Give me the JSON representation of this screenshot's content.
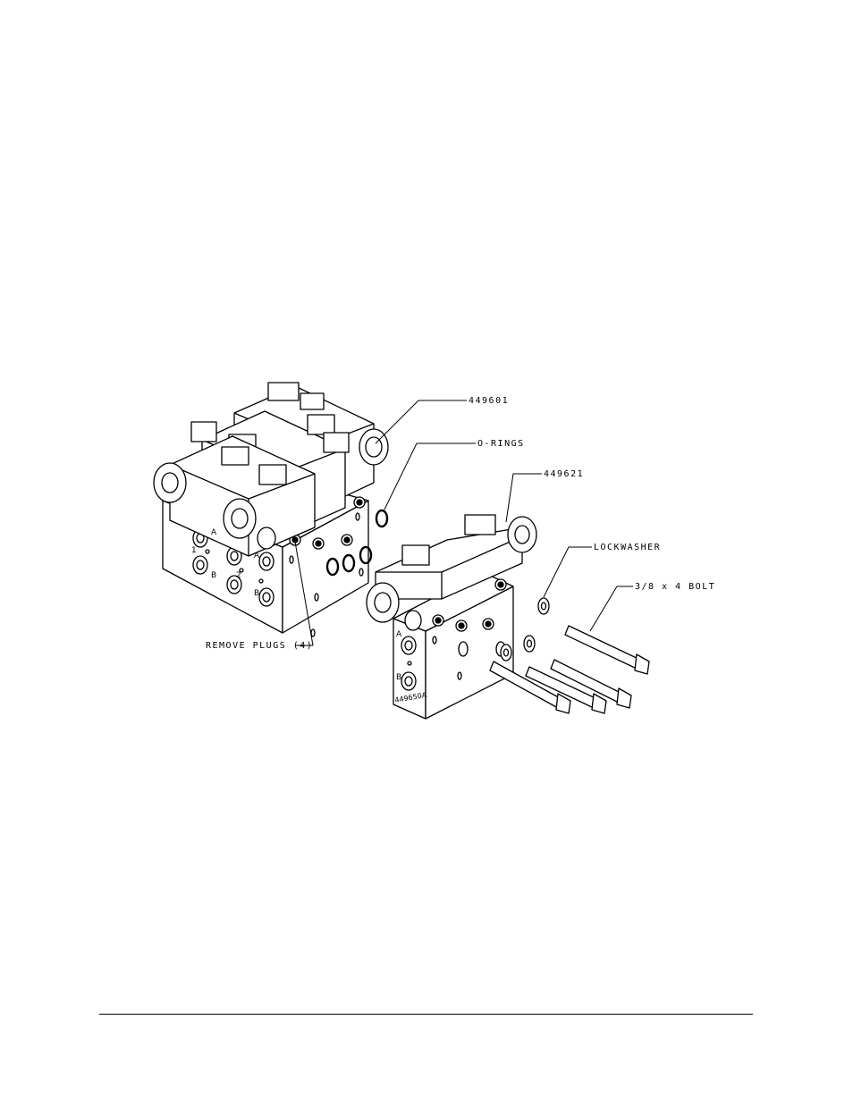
{
  "callouts": {
    "part_449601": "449601",
    "o_rings": "O-RINGS",
    "part_449621": "449621",
    "lockwasher": "LOCKWASHER",
    "bolt": "3/8 x 4 BOLT",
    "remove_plugs": "REMOVE PLUGS (4)"
  },
  "port_labels": {
    "p1": "1",
    "pA1": "A",
    "pB1": "B",
    "p2": "2",
    "pA2": "A",
    "pB2": "B",
    "pA3": "A",
    "pB3": "B"
  },
  "block_stamp": "449650A"
}
